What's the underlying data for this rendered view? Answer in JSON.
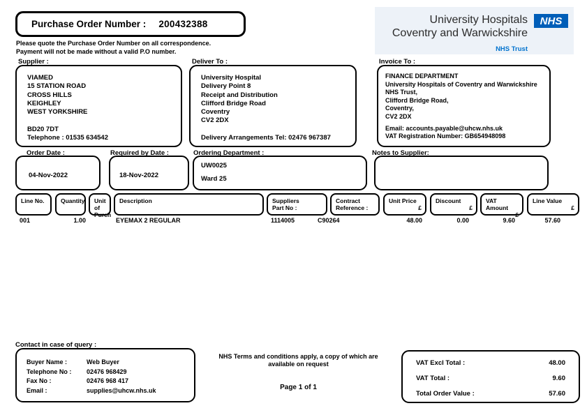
{
  "po_header": {
    "label": "Purchase Order Number :",
    "number": "200432388"
  },
  "correspondence_note": {
    "line1": "Please quote the Purchase Order Number on all correspondence.",
    "line2": "Payment will not be made without a valid P.O number."
  },
  "brand": {
    "org_line1": "University Hospitals",
    "org_line2": "Coventry and Warwickshire",
    "nhs_logo": "NHS",
    "trust": "NHS Trust",
    "nhs_blue": "#005EB8",
    "trust_blue": "#0072CE"
  },
  "supplier": {
    "label": "Supplier :",
    "lines": [
      "VIAMED",
      "15 STATION ROAD",
      "CROSS HILLS",
      "KEIGHLEY",
      "WEST YORKSHIRE",
      "",
      "BD20 7DT",
      "Telephone : 01535 634542"
    ]
  },
  "deliver_to": {
    "label": "Deliver To :",
    "lines": [
      "University Hospital",
      "Delivery Point 8",
      "Receipt and Distribution",
      "Clifford Bridge Road",
      "Coventry",
      "CV2 2DX",
      "",
      "Delivery Arrangements Tel: 02476 967387"
    ]
  },
  "invoice_to": {
    "label": "Invoice To :",
    "lines": [
      "FINANCE DEPARTMENT",
      "University Hospitals of Coventry and Warwickshire",
      "NHS Trust,",
      "Clifford Bridge Road,",
      "Coventry,",
      "CV2 2DX"
    ],
    "email": "Email: accounts.payable@uhcw.nhs.uk",
    "vat_reg": "VAT Registration Number: GB654948098"
  },
  "order_info": {
    "order_date_label": "Order Date :",
    "order_date": "04-Nov-2022",
    "required_by_label": "Required by Date :",
    "required_by": "18-Nov-2022",
    "ordering_department_label": "Ordering Department :",
    "ordering_department_code": "UW0025",
    "ordering_department_name": "Ward 25",
    "notes_label": "Notes to Supplier:",
    "notes_value": ""
  },
  "table": {
    "headers": {
      "line_no": "Line No.",
      "quantity": "Quantity",
      "unit_of_purch_1": "Unit of",
      "unit_of_purch_2": "Purch",
      "description": "Description",
      "suppliers_part_1": "Suppliers",
      "suppliers_part_2": "Part No :",
      "contract_ref_1": "Contract",
      "contract_ref_2": "Reference :",
      "unit_price": "Unit Price",
      "discount": "Discount",
      "vat_amount": "VAT Amount",
      "line_value": "Line Value",
      "currency": "£"
    },
    "rows": [
      {
        "line_no": "001",
        "quantity": "1.00",
        "unit_of_purch": "",
        "description": "EYEMAX 2 REGULAR",
        "suppliers_part_no": "1114005",
        "contract_reference": "C90264",
        "unit_price": "48.00",
        "discount": "0.00",
        "vat_amount": "9.60",
        "line_value": "57.60"
      }
    ]
  },
  "contact": {
    "label": "Contact in case of query :",
    "buyer_name_label": "Buyer Name :",
    "buyer_name": "Web Buyer",
    "telephone_label": "Telephone No :",
    "telephone": "02476 968429",
    "fax_label": "Fax No :",
    "fax": "02476 968 417",
    "email_label": "Email :",
    "email": "supplies@uhcw.nhs.uk"
  },
  "footer": {
    "terms": "NHS Terms and conditions apply, a copy of which are available on request",
    "page": "Page 1 of 1"
  },
  "totals": {
    "vat_excl_label": "VAT Excl Total :",
    "vat_excl": "48.00",
    "vat_total_label": "VAT Total :",
    "vat_total": "9.60",
    "order_value_label": "Total Order Value :",
    "order_value": "57.60"
  }
}
